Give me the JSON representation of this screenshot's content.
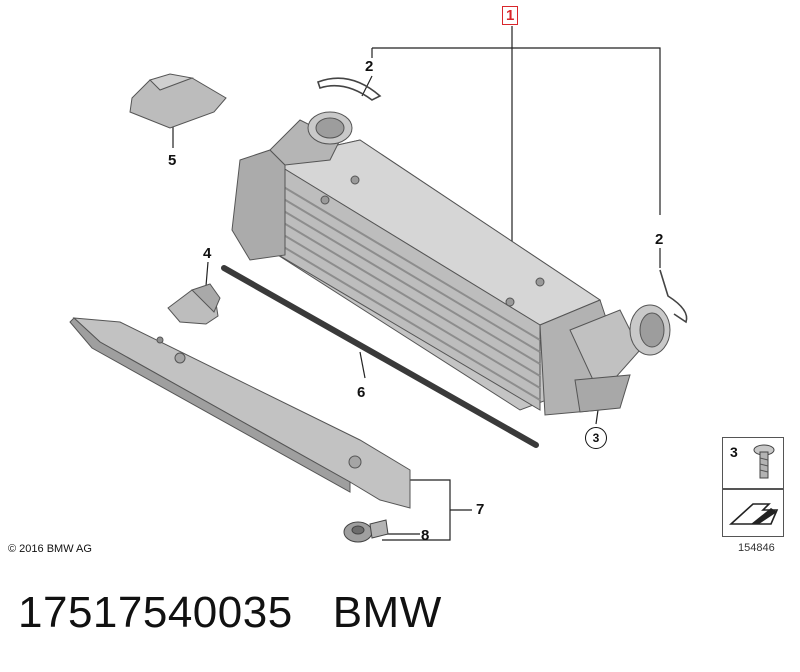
{
  "callouts": {
    "c1": "1",
    "c2a": "2",
    "c2b": "2",
    "c3": "3",
    "c4": "4",
    "c5": "5",
    "c6": "6",
    "c7": "7",
    "c8": "8"
  },
  "copyright": "© 2016 BMW AG",
  "diagram_ref": "154846",
  "legend": {
    "screw_label": "3"
  },
  "part_number": "17517540035",
  "brand": "BMW",
  "colors": {
    "highlight": "#d9262b",
    "part_fill": "#b9b9b9",
    "part_dark": "#8a8a8a"
  }
}
